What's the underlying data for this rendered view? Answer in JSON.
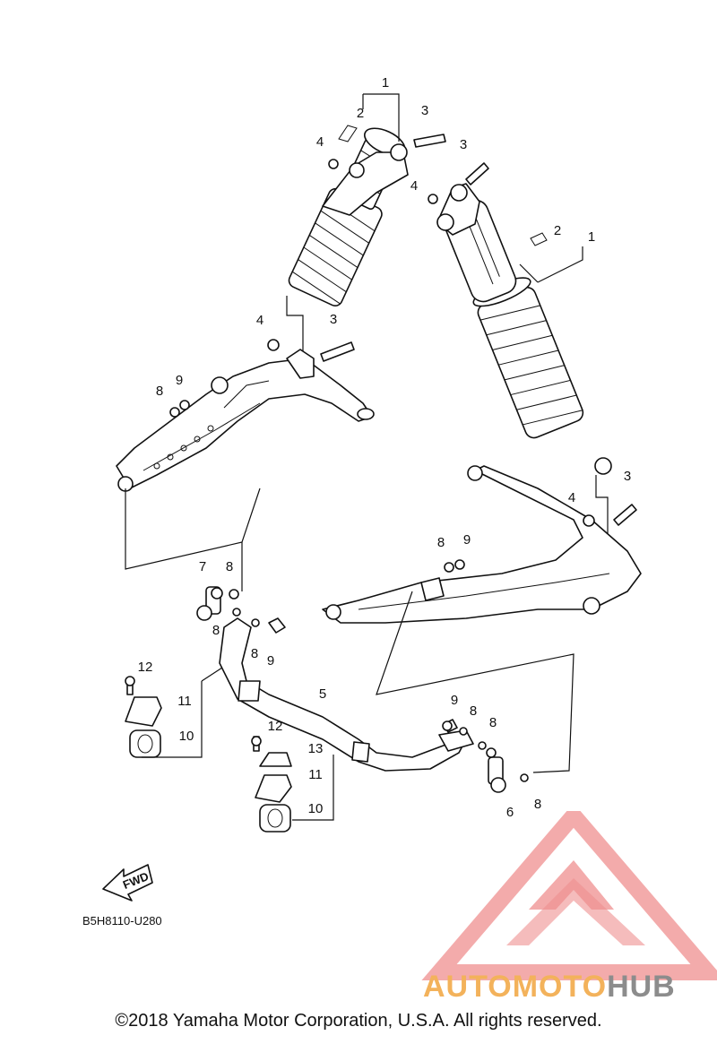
{
  "diagram": {
    "figure_code": "B5H8110-U280",
    "fwd_label": "FWD",
    "callouts": [
      {
        "id": "c1a",
        "text": "1"
      },
      {
        "id": "c2a",
        "text": "2"
      },
      {
        "id": "c3a",
        "text": "3"
      },
      {
        "id": "c4a",
        "text": "4"
      },
      {
        "id": "c3b",
        "text": "3"
      },
      {
        "id": "c4b",
        "text": "4"
      },
      {
        "id": "c2b",
        "text": "2"
      },
      {
        "id": "c1b",
        "text": "1"
      },
      {
        "id": "c4c",
        "text": "4"
      },
      {
        "id": "c3c",
        "text": "3"
      },
      {
        "id": "c8a",
        "text": "8"
      },
      {
        "id": "c9a",
        "text": "9"
      },
      {
        "id": "c3d",
        "text": "3"
      },
      {
        "id": "c4d",
        "text": "4"
      },
      {
        "id": "c8b",
        "text": "8"
      },
      {
        "id": "c9b",
        "text": "9"
      },
      {
        "id": "c7",
        "text": "7"
      },
      {
        "id": "c8c",
        "text": "8"
      },
      {
        "id": "c8d",
        "text": "8"
      },
      {
        "id": "c8e",
        "text": "8"
      },
      {
        "id": "c9c",
        "text": "9"
      },
      {
        "id": "c12a",
        "text": "12"
      },
      {
        "id": "c11a",
        "text": "11"
      },
      {
        "id": "c10a",
        "text": "10"
      },
      {
        "id": "c5",
        "text": "5"
      },
      {
        "id": "c9d",
        "text": "9"
      },
      {
        "id": "c8f",
        "text": "8"
      },
      {
        "id": "c8g",
        "text": "8"
      },
      {
        "id": "c12b",
        "text": "12"
      },
      {
        "id": "c13",
        "text": "13"
      },
      {
        "id": "c11b",
        "text": "11"
      },
      {
        "id": "c10b",
        "text": "10"
      },
      {
        "id": "c6",
        "text": "6"
      },
      {
        "id": "c8h",
        "text": "8"
      }
    ]
  },
  "watermark": {
    "part1": "AUTOMOTO",
    "part2": "HUB",
    "color_primary": "#f3b25b",
    "color_secondary": "#8c8c8c",
    "logo_color": "#ef8f8f"
  },
  "footer": {
    "copyright": "©2018 Yamaha Motor Corporation, U.S.A. All rights reserved."
  }
}
